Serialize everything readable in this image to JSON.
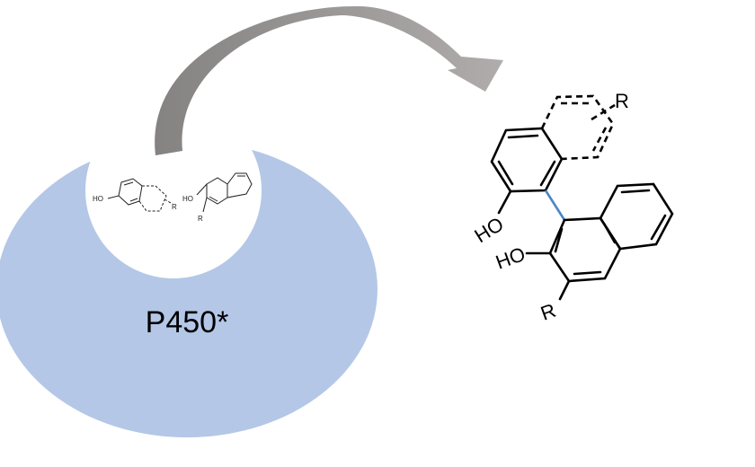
{
  "enzyme": {
    "label": "P450*",
    "color": "#b4c7e7"
  },
  "substrates": {
    "phenol": {
      "hydroxyl": "HO",
      "substituent": "R"
    },
    "naphthol": {
      "hydroxyl": "HO",
      "substituent": "R"
    }
  },
  "product": {
    "top_ring": {
      "hydroxyl": "HO",
      "substituent": "R"
    },
    "bottom_ring": {
      "hydroxyl": "HO",
      "substituent": "R"
    },
    "new_bond_color": "#4a86c8"
  },
  "arrow": {
    "color_start": "#858282",
    "color_end": "#b0acac"
  }
}
